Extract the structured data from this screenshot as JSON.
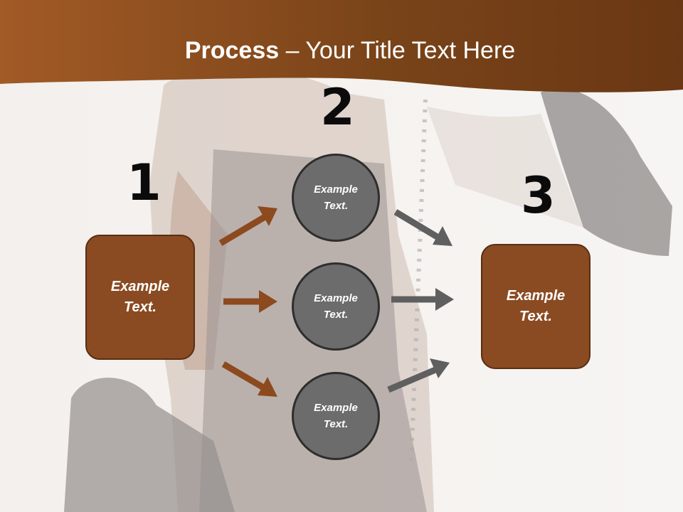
{
  "title": {
    "bold": "Process",
    "rest": " – Your Title Text Here"
  },
  "steps": {
    "one": "1",
    "two": "2",
    "three": "3"
  },
  "boxes": {
    "left": {
      "line1": "Example",
      "line2": "Text."
    },
    "right": {
      "line1": "Example",
      "line2": "Text."
    }
  },
  "circles": [
    {
      "line1": "Example",
      "line2": "Text."
    },
    {
      "line1": "Example",
      "line2": "Text."
    },
    {
      "line1": "Example",
      "line2": "Text."
    }
  ],
  "colors": {
    "header": "#7a3f17",
    "box": "#8a4b22",
    "circle": "#6c6c6c",
    "arrow_brown": "#8c4a1e",
    "arrow_gray": "#5f5f5f"
  }
}
